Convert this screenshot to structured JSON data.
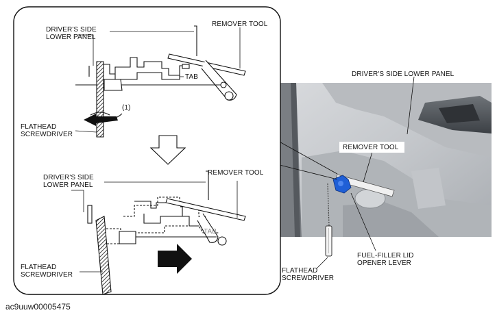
{
  "labels": {
    "top_panel": "DRIVER'S SIDE\nLOWER PANEL",
    "top_remover": "REMOVER TOOL",
    "top_tab": "TAB",
    "top_step": "(1)",
    "top_screwdriver": "FLATHEAD\nSCREWDRIVER",
    "bottom_panel": "DRIVER'S SIDE\nLOWER PANEL",
    "bottom_remover": "REMOVER TOOL",
    "bottom_tab": "TAB",
    "bottom_screwdriver": "FLATHEAD\nSCREWDRIVER",
    "photo_panel": "DRIVER'S SIDE LOWER PANEL",
    "photo_remover": "REMOVER TOOL",
    "photo_lever": "FUEL-FILLER LID\nOPENER LEVER",
    "photo_screwdriver": "FLATHEAD\nSCREWDRIVER"
  },
  "document_id": "ac9uuw00005475",
  "colors": {
    "line": "#111111",
    "lever_blue": "#1f5fd6",
    "photo_bg": "#c9ccd0"
  }
}
